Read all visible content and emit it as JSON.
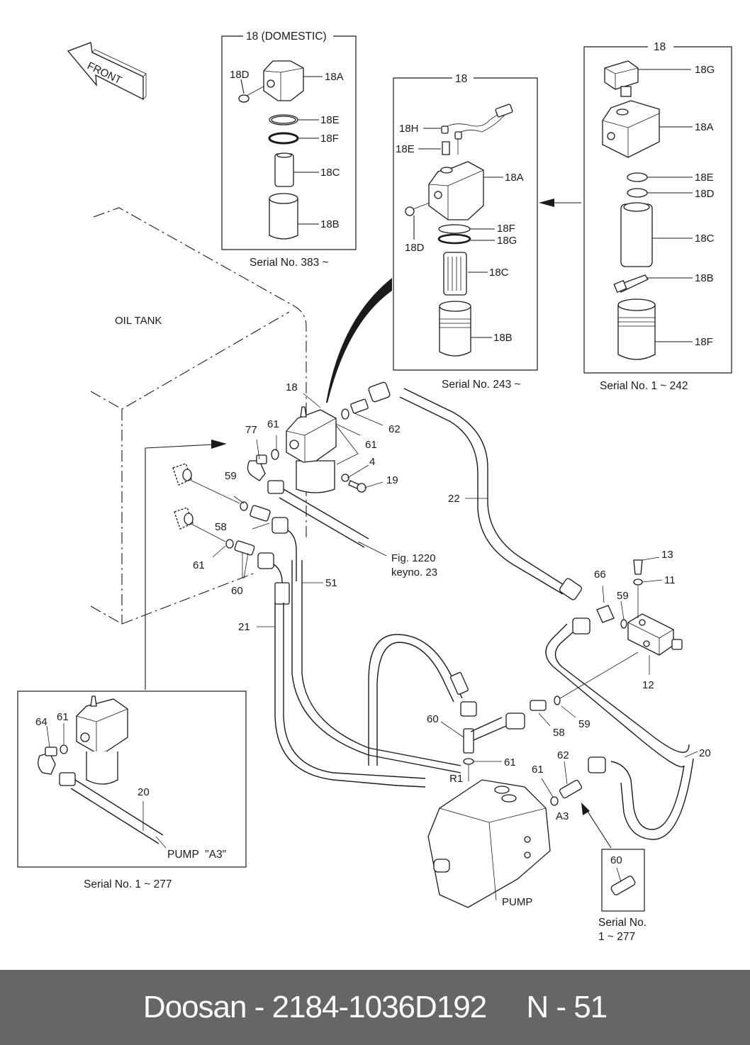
{
  "diagram": {
    "front_arrow_label": "FRONT",
    "oil_tank_label": "OIL TANK",
    "inset_domestic": {
      "title": "18 (DOMESTIC)",
      "caption": "Serial No. 383 ~",
      "callouts": [
        "18D",
        "18A",
        "18E",
        "18F",
        "18C",
        "18B"
      ]
    },
    "inset_243": {
      "title": "18",
      "caption": "Serial No. 243 ~",
      "callouts": [
        "18H",
        "18E",
        "18A",
        "18D",
        "18F",
        "18G",
        "18C",
        "18B"
      ]
    },
    "inset_1_242": {
      "title": "18",
      "caption": "Serial No. 1 ~ 242",
      "callouts": [
        "18G",
        "18A",
        "18E",
        "18D",
        "18C",
        "18B",
        "18F"
      ]
    },
    "inset_pump_a3": {
      "caption": "Serial No. 1 ~ 277",
      "note": "PUMP  \"A3\"",
      "callouts": [
        "64",
        "61",
        "20"
      ]
    },
    "inset_fitting_60": {
      "caption_line1": "Serial No.",
      "caption_line2": "1 ~ 277",
      "callouts": [
        "60"
      ]
    },
    "main_callouts": {
      "c18": "18",
      "c77": "77",
      "c61a": "61",
      "c61b": "61",
      "c62a": "62",
      "c4": "4",
      "c19": "19",
      "c59a": "59",
      "c58a": "58",
      "c61c": "61",
      "c60a": "60",
      "c51": "51",
      "c21": "21",
      "c22": "22",
      "c66": "66",
      "c13": "13",
      "c11": "11",
      "c59b": "59",
      "c12": "12",
      "c58b": "58",
      "c59c": "59",
      "c60b": "60",
      "c61d": "61",
      "c61e": "61",
      "c62b": "62",
      "c20": "20",
      "cR1": "R1",
      "cA3": "A3"
    },
    "fig_ref_line1": "Fig. 1220",
    "fig_ref_line2": "keyno. 23",
    "pump_label": "PUMP"
  },
  "footer": {
    "text": "Doosan - 2184-1036D192     N - 51"
  }
}
